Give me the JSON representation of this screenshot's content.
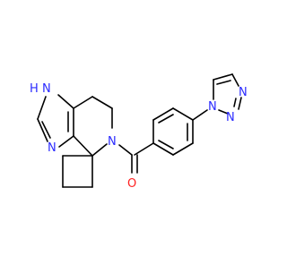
{
  "structure": {
    "atoms": {
      "nh": "H",
      "n_h": "N",
      "n_ring": "N",
      "n_amide": "N",
      "o_carbonyl": "O",
      "n_triazole_1": "N",
      "n_triazole_2": "N",
      "n_triazole_3": "N"
    }
  },
  "colors": {
    "bond": "#000000",
    "nitrogen": "#2a2aff",
    "oxygen": "#ff2020",
    "background": "#ffffff"
  }
}
